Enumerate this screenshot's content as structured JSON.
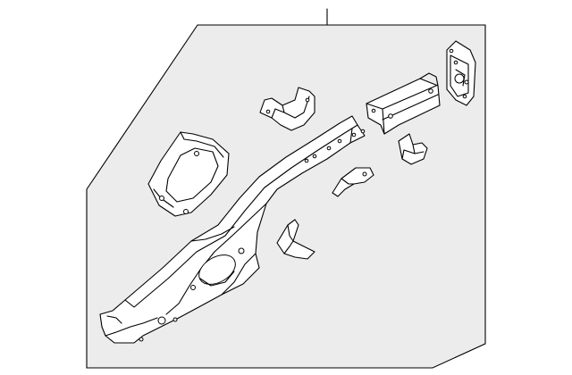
{
  "diagram": {
    "panel_fill": "#ececec",
    "line_color": "#000000",
    "parts": [
      {
        "id": "rear-rail-assembly",
        "icon": "rail-outline"
      },
      {
        "id": "wheelhouse-extension",
        "icon": "panel-outline"
      },
      {
        "id": "upper-bracket",
        "icon": "bracket-outline"
      },
      {
        "id": "reinforcement-channel",
        "icon": "channel-outline"
      },
      {
        "id": "mounting-plate",
        "icon": "plate-outline"
      },
      {
        "id": "small-clip",
        "icon": "clip-outline"
      },
      {
        "id": "gusset-bracket",
        "icon": "gusset-outline"
      },
      {
        "id": "lower-bracket",
        "icon": "bracket-outline"
      }
    ]
  }
}
